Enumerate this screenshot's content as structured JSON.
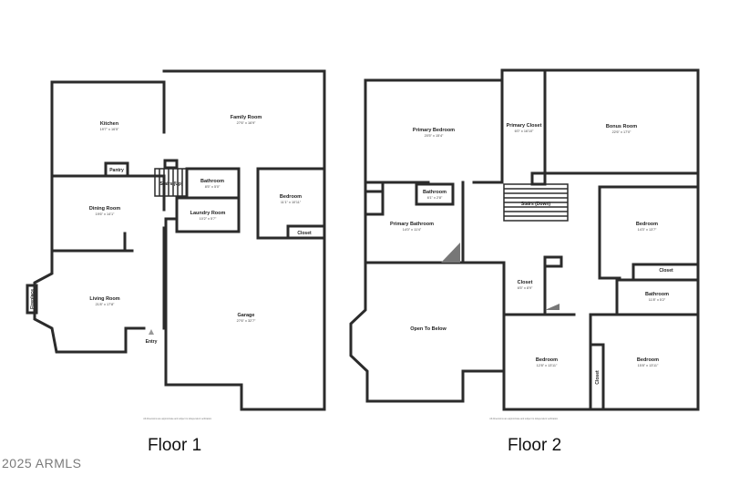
{
  "floors": [
    {
      "title": "Floor 1",
      "disclaimer": "All dimensions are approximate and subject to independent verification.",
      "rooms": [
        {
          "key": "kitchen",
          "name": "Kitchen",
          "dim": "19'7\" x 16'5\""
        },
        {
          "key": "family",
          "name": "Family Room",
          "dim": "27'6\" x 16'9\""
        },
        {
          "key": "pantry",
          "name": "Pantry",
          "dim": ""
        },
        {
          "key": "stairs_up",
          "name": "Stairs (Up)",
          "dim": ""
        },
        {
          "key": "bathroom",
          "name": "Bathroom",
          "dim": "8'5\" x 5'0\""
        },
        {
          "key": "dining",
          "name": "Dining Room",
          "dim": "19'6\" x 14'1\""
        },
        {
          "key": "laundry",
          "name": "Laundry Room",
          "dim": "10'2\" x 5'7\""
        },
        {
          "key": "bedroom",
          "name": "Bedroom",
          "dim": "11'1\" x 10'11\""
        },
        {
          "key": "closet",
          "name": "Closet",
          "dim": ""
        },
        {
          "key": "living",
          "name": "Living Room",
          "dim": "21'8\" x 17'8\""
        },
        {
          "key": "fireplace",
          "name": "Fireplace",
          "dim": ""
        },
        {
          "key": "garage",
          "name": "Garage",
          "dim": "27'6\" x 32'7\""
        },
        {
          "key": "entry",
          "name": "Entry",
          "dim": ""
        }
      ]
    },
    {
      "title": "Floor 2",
      "disclaimer": "All dimensions are approximate and subject to independent verification.",
      "rooms": [
        {
          "key": "primary_bed",
          "name": "Primary Bedroom",
          "dim": "20'5\" x 15'4\""
        },
        {
          "key": "primary_closet",
          "name": "Primary Closet",
          "dim": "6'0\" x 16'10\""
        },
        {
          "key": "bonus",
          "name": "Bonus Room",
          "dim": "22'6\" x 17'0\""
        },
        {
          "key": "bathroom_small",
          "name": "Bathroom",
          "dim": "6'1\" x 2'8\""
        },
        {
          "key": "stairs_down",
          "name": "Stairs (Down)",
          "dim": ""
        },
        {
          "key": "primary_bath",
          "name": "Primary Bathroom",
          "dim": "14'0\" x 11'4\""
        },
        {
          "key": "bedroom_a",
          "name": "Bedroom",
          "dim": "14'3\" x 13'7\""
        },
        {
          "key": "closet_a",
          "name": "Closet",
          "dim": ""
        },
        {
          "key": "closet_b",
          "name": "Closet",
          "dim": "6'5\" x 8'9\""
        },
        {
          "key": "bathroom_b",
          "name": "Bathroom",
          "dim": "11'8\" x 5'2\""
        },
        {
          "key": "open_below",
          "name": "Open To Below",
          "dim": ""
        },
        {
          "key": "bedroom_b",
          "name": "Bedroom",
          "dim": "12'8\" x 13'11\""
        },
        {
          "key": "bedroom_c",
          "name": "Bedroom",
          "dim": "15'8\" x 13'11\""
        },
        {
          "key": "closet_c",
          "name": "Closet",
          "dim": ""
        }
      ]
    }
  ],
  "watermark": "2025 ARMLS"
}
